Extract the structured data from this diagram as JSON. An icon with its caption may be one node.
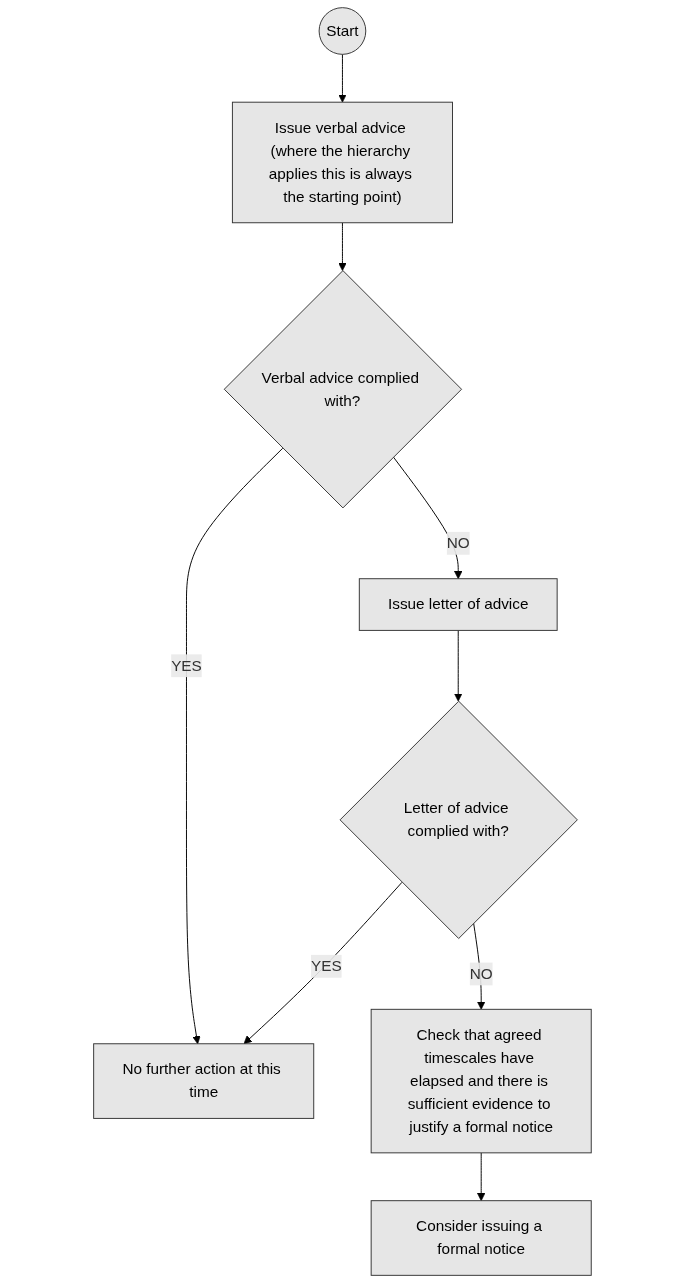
{
  "diagram": {
    "nodes": [
      {
        "text": [
          "Start"
        ]
      },
      {
        "text": [
          "Issue verbal advice (where the hierarchy applies this is always the starting point)"
        ]
      },
      {
        "text": [
          "Verbal advice complied with?"
        ]
      },
      {
        "text": [
          "Issue letter of advice"
        ]
      },
      {
        "text": [
          "Letter of advice complied with?"
        ]
      },
      {
        "text": [
          "No further action at this time"
        ]
      },
      {
        "text": [
          "Check that agreed timescales have elapsed and there is sufficient evidence to justify a formal notice"
        ]
      },
      {
        "text": [
          "Consider issuing a formal notice"
        ]
      }
    ],
    "edges": [
      {
        "from": 0,
        "to": 1,
        "arrow": "to"
      },
      {
        "from": 1,
        "to": 2,
        "arrow": "to"
      },
      {
        "from": 2,
        "to": 3,
        "label": "NO",
        "arrow": "to"
      },
      {
        "from": 2,
        "to": 5,
        "label": "YES",
        "arrow": "to"
      },
      {
        "from": 3,
        "to": 4,
        "arrow": "to"
      },
      {
        "from": 4,
        "to": 5,
        "label": "YES",
        "arrow": "to"
      },
      {
        "from": 4,
        "to": 6,
        "label": "NO",
        "arrow": "to"
      },
      {
        "from": 6,
        "to": 7,
        "arrow": "to"
      }
    ]
  }
}
